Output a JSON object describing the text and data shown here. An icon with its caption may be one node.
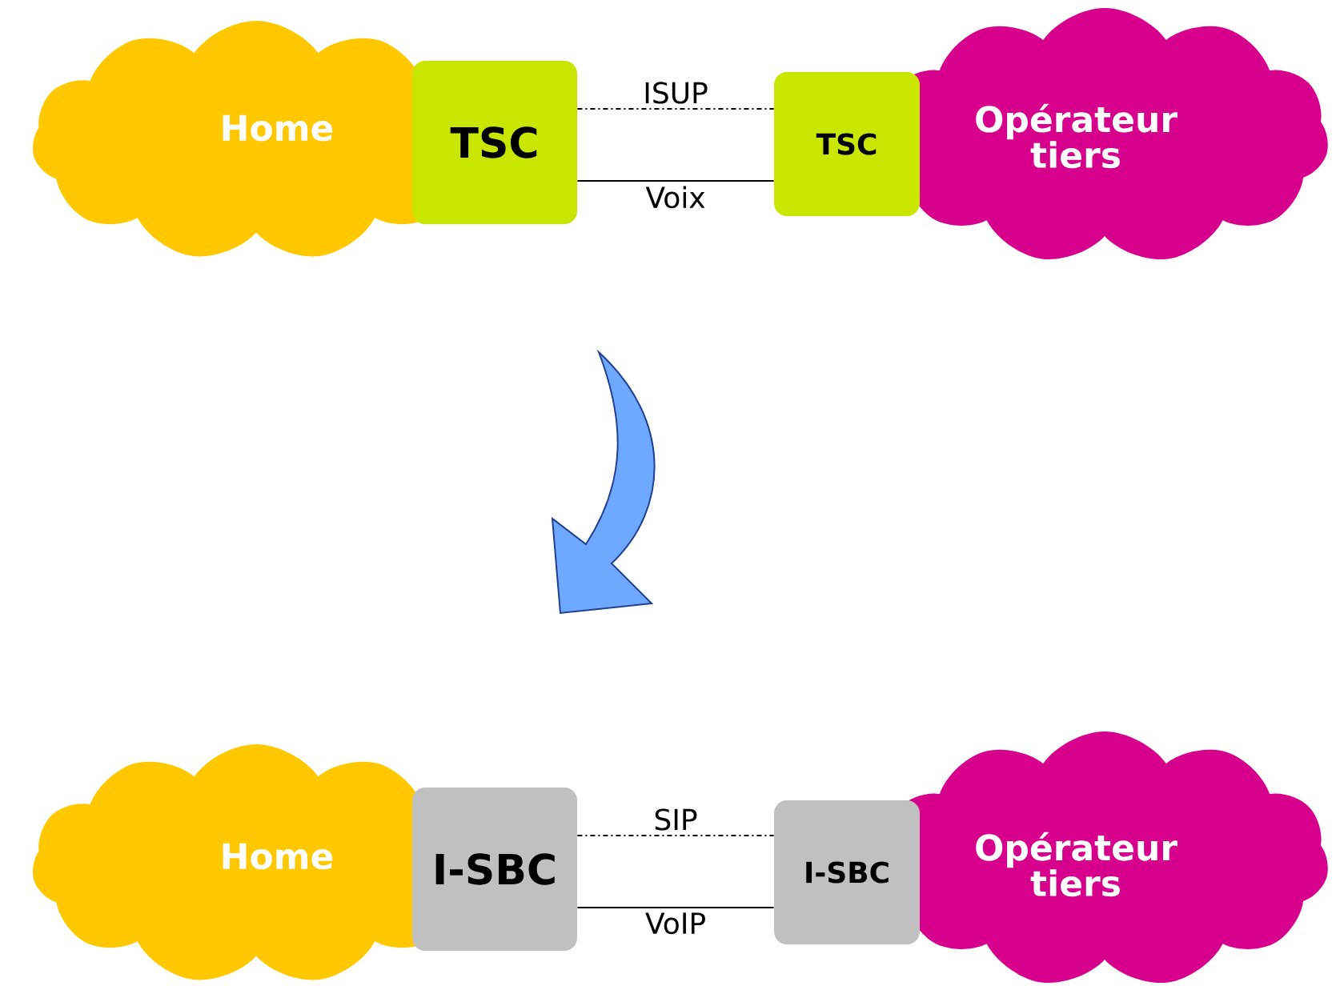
{
  "diagram": {
    "nodes": [
      {
        "text": [
          "Home"
        ]
      },
      {
        "text": [
          "TSC"
        ]
      },
      {
        "text": [
          "TSC"
        ]
      },
      {
        "text": [
          "Opérateur tiers"
        ]
      },
      {
        "text": [
          "Home"
        ]
      },
      {
        "text": [
          "I-SBC"
        ]
      },
      {
        "text": [
          "I-SBC"
        ]
      },
      {
        "text": [
          "Opérateur tiers"
        ]
      }
    ],
    "edges": [
      {
        "from": 1,
        "to": 2,
        "arrow": "none",
        "label": "ISUP",
        "style": "dashed"
      },
      {
        "from": 1,
        "to": 2,
        "arrow": "none",
        "label": "Voix"
      },
      {
        "from": 5,
        "to": 6,
        "arrow": "none",
        "label": "SIP",
        "style": "dashed"
      },
      {
        "from": 5,
        "to": 6,
        "arrow": "none",
        "label": "VoIP"
      }
    ]
  }
}
